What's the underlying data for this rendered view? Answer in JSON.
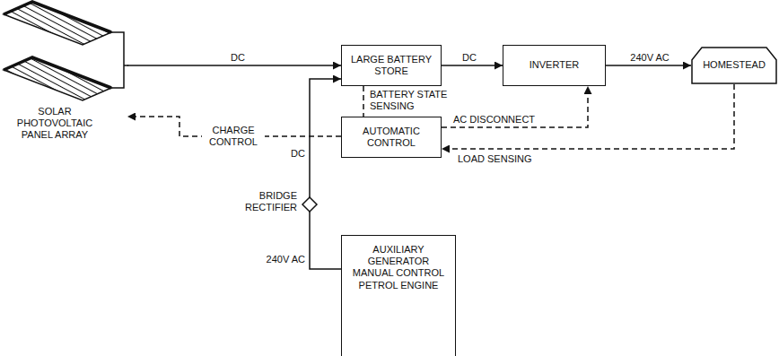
{
  "diagram": {
    "nodes": [
      {
        "text": [
          "SOLAR PHOTOVOLTAIC PANEL ARRAY"
        ]
      },
      {
        "text": [
          "LARGE BATTERY STORE"
        ]
      },
      {
        "text": [
          "INVERTER"
        ]
      },
      {
        "text": [
          "HOMESTEAD"
        ]
      },
      {
        "text": [
          "AUTOMATIC CONTROL"
        ]
      },
      {
        "text": [
          "BRIDGE RECTIFIER"
        ]
      },
      {
        "text": [
          "AUXILIARY GENERATOR MANUAL CONTROL PETROL ENGINE"
        ]
      }
    ],
    "edges": [
      {
        "from": 0,
        "to": 1,
        "label": "DC",
        "arrow": "to"
      },
      {
        "from": 1,
        "to": 2,
        "label": "DC",
        "arrow": "to"
      },
      {
        "from": 2,
        "to": 3,
        "label": "240V AC",
        "arrow": "to"
      },
      {
        "from": 5,
        "to": 1,
        "label": "DC",
        "arrow": "to"
      },
      {
        "from": 6,
        "to": 5,
        "label": "240V AC",
        "arrow": "none"
      },
      {
        "from": 1,
        "to": 4,
        "label": "BATTERY STATE SENSING",
        "arrow": "none"
      },
      {
        "from": 4,
        "to": 0,
        "label": "CHARGE CONTROL",
        "arrow": "to"
      },
      {
        "from": 4,
        "to": 2,
        "label": "AC DISCONNECT",
        "arrow": "to"
      },
      {
        "from": 3,
        "to": 4,
        "label": "LOAD SENSING",
        "arrow": "to"
      }
    ]
  }
}
